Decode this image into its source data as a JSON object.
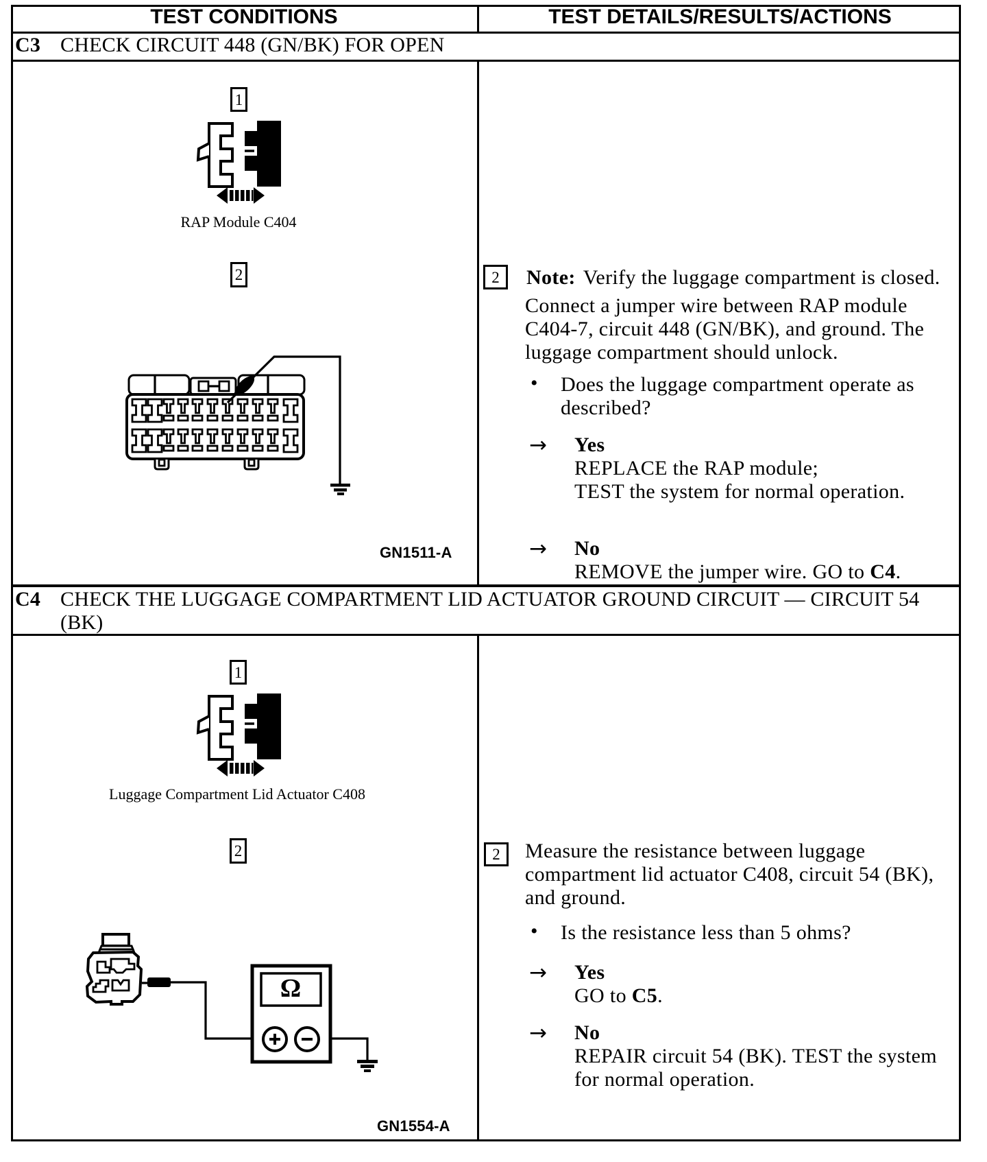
{
  "paper": "#ffffff",
  "ink": "#000000",
  "table_header": {
    "left": "TEST CONDITIONS",
    "right": "TEST DETAILS/RESULTS/ACTIONS"
  },
  "icons": {
    "bullet": "•",
    "arrow": "→",
    "ohm_symbol": "Ω"
  },
  "c3": {
    "id": "C3",
    "title": "CHECK CIRCUIT 448 (GN/BK) FOR OPEN",
    "conditions": {
      "step1_num": "1",
      "step2_num": "2",
      "connector_label": "RAP Module C404",
      "figure_id": "GN1511-A"
    },
    "details": {
      "step_num": "2",
      "note_line": [
        {
          "t": "Note:",
          "b": true,
          "sp": 11
        },
        {
          "t": "Verify the luggage compartment is closed."
        }
      ],
      "para_lines": [
        "Connect a jumper wire between RAP module",
        "C404-7, circuit 448 (GN/BK), and ground. The",
        "luggage compartment should unlock."
      ],
      "question_lines": [
        "Does the luggage compartment operate as",
        "described?"
      ],
      "yes_label": "Yes",
      "yes_lines": [
        "REPLACE the RAP module;",
        "TEST the system for normal operation."
      ],
      "no_label": "No",
      "no_line": [
        {
          "t": "REMOVE the jumper wire. GO to "
        },
        {
          "t": "C4",
          "b": true
        },
        {
          "t": "."
        }
      ]
    }
  },
  "c4": {
    "id": "C4",
    "title": "CHECK THE LUGGAGE COMPARTMENT LID ACTUATOR GROUND CIRCUIT — CIRCUIT 54",
    "title_line2": "(BK)",
    "conditions": {
      "step1_num": "1",
      "step2_num": "2",
      "connector_label": "Luggage Compartment Lid Actuator C408",
      "figure_id": "GN1554-A"
    },
    "details": {
      "step_num": "2",
      "para_lines": [
        "Measure the resistance between luggage",
        "compartment lid actuator C408, circuit 54 (BK),",
        "and ground."
      ],
      "question_lines": [
        "Is the resistance less than 5 ohms?"
      ],
      "yes_label": "Yes",
      "yes_line": [
        {
          "t": "GO to "
        },
        {
          "t": "C5",
          "b": true
        },
        {
          "t": "."
        }
      ],
      "no_label": "No",
      "no_lines": [
        "REPAIR circuit 54 (BK). TEST the system",
        "for normal operation."
      ]
    }
  }
}
